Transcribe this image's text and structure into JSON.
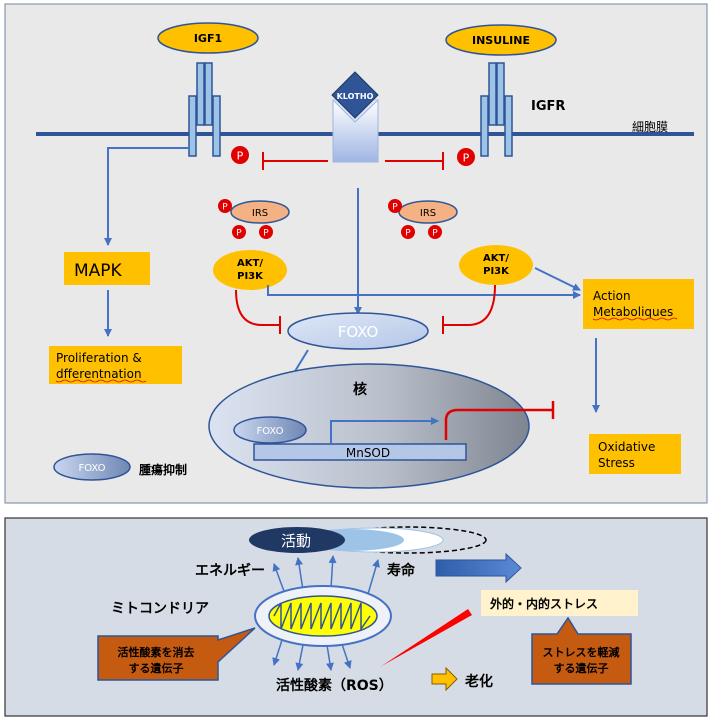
{
  "top_panel": {
    "igf1": "IGF1",
    "insuline": "INSULINE",
    "klotho": "KLOTHO",
    "igfr": "IGFR",
    "membrane": "細胞膜",
    "p": "P",
    "irs": "IRS",
    "akt_line1": "AKT/",
    "akt_line2": "PI3K",
    "mapk": "MAPK",
    "proliferation_line1": "Proliferation &",
    "proliferation_line2": "dfferentnation",
    "foxo": "FOXO",
    "nucleus": "核",
    "mnsod": "MnSOD",
    "action_line1": "Action",
    "action_line2": "Metaboliques",
    "oxidative_line1": "Oxidative",
    "oxidative_line2": "Stress",
    "tumor_suppression": "腫瘍抑制"
  },
  "bottom_panel": {
    "activity": "活動",
    "energy": "エネルギー",
    "lifespan": "寿命",
    "mitochondria": "ミトコンドリア",
    "external_stress": "外的・内的ストレス",
    "ros_gene_line1": "活性酸素を消去",
    "ros_gene_line2": "する遺伝子",
    "stress_gene_line1": "ストレスを軽減",
    "stress_gene_line2": "する遺伝子",
    "ros": "活性酸素（ROS）",
    "aging": "老化"
  },
  "colors": {
    "panel_bg": "#e9e9e9",
    "membrane": "#2f5597",
    "receptor_fill": "#9dc3e6",
    "ligand": "#ffc000",
    "phospho": "#e00000",
    "irs": "#f4b183",
    "inhibit": "#e00000",
    "arrow": "#4472c4",
    "bottom_bg": "#d6dce5",
    "dark_navy": "#1f3864",
    "orange_box": "#c55a11",
    "yellow_box": "#fff2cc",
    "mito": "#ffff00"
  }
}
